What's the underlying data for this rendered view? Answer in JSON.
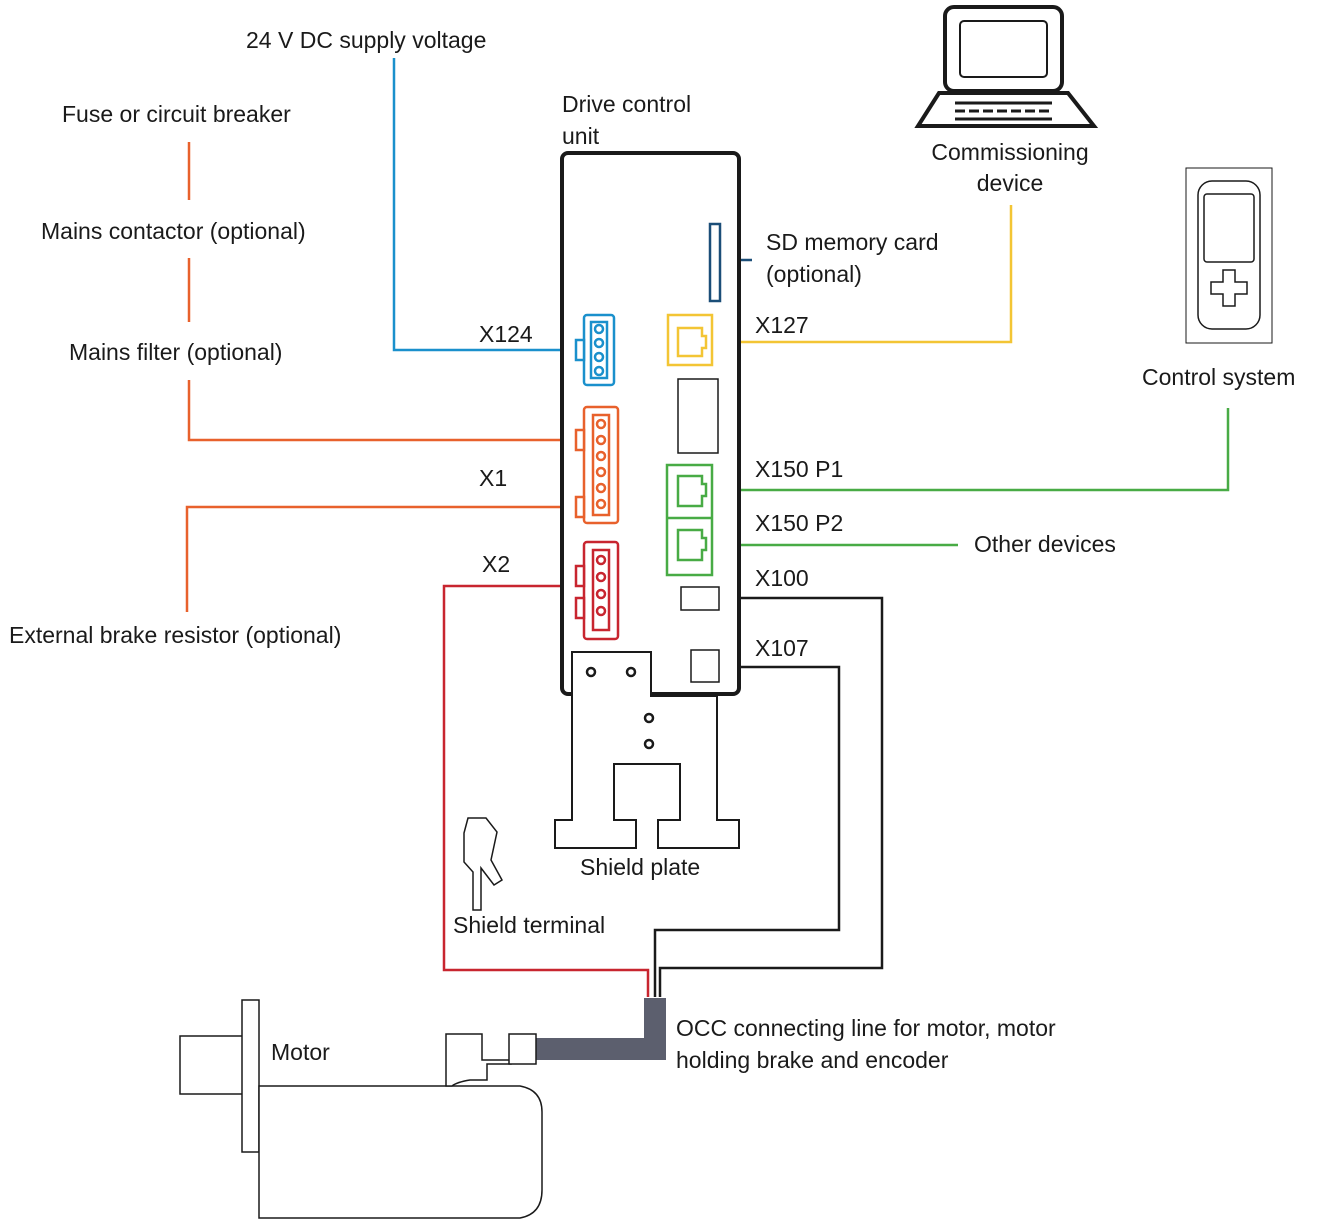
{
  "colors": {
    "supply": "#1a90cc",
    "power": "#e8612c",
    "motor_power": "#c8252f",
    "commissioning": "#f3c534",
    "network": "#48ab45",
    "signal": "#1a1a1a",
    "sd_card": "#1b4e78",
    "occ_cable": "#5c5f6e"
  },
  "labels": {
    "supply_voltage": "24 V DC supply voltage",
    "fuse": "Fuse or circuit breaker",
    "mains_contactor": "Mains contactor (optional)",
    "mains_filter": "Mains filter (optional)",
    "brake_resistor": "External brake resistor (optional)",
    "drive_unit_line1": "Drive control",
    "drive_unit_line2": "unit",
    "commissioning_line1": "Commissioning",
    "commissioning_line2": "device",
    "sd_card_line1": "SD memory card",
    "sd_card_line2": "(optional)",
    "control_system": "Control system",
    "other_devices": "Other devices",
    "shield_plate": "Shield plate",
    "shield_terminal": "Shield terminal",
    "motor": "Motor",
    "occ_line1": "OCC connecting line for motor, motor",
    "occ_line2": "holding brake and encoder"
  },
  "ports": {
    "x124": "X124",
    "x1": "X1",
    "x2": "X2",
    "x127": "X127",
    "x150_p1": "X150 P1",
    "x150_p2": "X150 P2",
    "x100": "X100",
    "x107": "X107"
  }
}
